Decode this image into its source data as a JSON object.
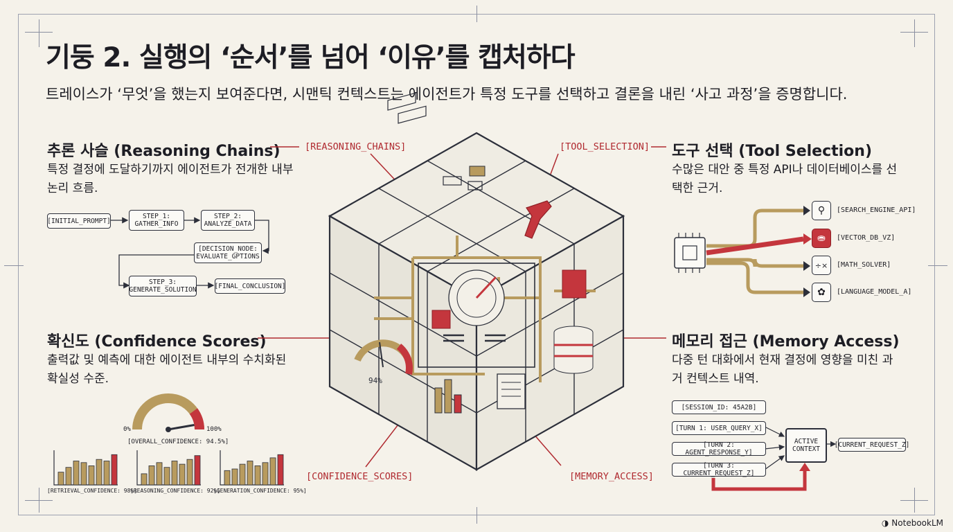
{
  "title": "기둥 2. 실행의 ‘순서’를 넘어 ‘이유’를 캡처하다",
  "subtitle": "트레이스가 ‘무엇’을 했는지 보여준다면, 시맨틱 컨텍스트는 에이전트가 특정 도구를 선택하고 결론을 내린 ‘사고 과정’을 증명합니다.",
  "sections": {
    "reasoning": {
      "heading": "추론 사슬 (Reasoning Chains)",
      "desc": "특정 결정에 도달하기까지 에이전트가 전개한 내부 논리 흐름."
    },
    "confidence": {
      "heading": "확신도 (Confidence Scores)",
      "desc": "출력값 및 예측에 대한 에이전트 내부의 수치화된 확실성 수준."
    },
    "tool": {
      "heading": "도구 선택 (Tool Selection)",
      "desc": "수많은 대안 중 특정 API나 데이터베이스를 선택한 근거."
    },
    "memory": {
      "heading": "메모리 접근 (Memory Access)",
      "desc": "다중 턴 대화에서 현재 결정에 영향을 미친 과거 컨텍스트 내역."
    }
  },
  "callouts": {
    "reasoning": "[REASONING_CHAINS]",
    "tool": "[TOOL_SELECTION]",
    "confidence": "[CONFIDENCE_SCORES]",
    "memory": "[MEMORY_ACCESS]"
  },
  "flow": {
    "initial": "[INITIAL_PROMPT]",
    "step1": "STEP_1:\nGATHER_INFO",
    "step2": "STEP_2:\nANALYZE_DATA",
    "decision": "[DECISION_NODE:\nEVALUATE_GPTIONS",
    "step3": "STEP_3:\nGENERATE_SOLUTION",
    "final": "[FINAL_CONCLUSION]"
  },
  "gauge": {
    "min_label": "0%",
    "max_label": "100%",
    "value_pct": 94.5,
    "caption": "[OVERALL_CONFIDENCE: 94.5%]"
  },
  "bar_groups": [
    {
      "label": "[RETRIEVAL_CONFIDENCE: 98%]",
      "values": [
        40,
        55,
        75,
        70,
        60,
        80,
        75,
        95
      ]
    },
    {
      "label": "[REASONING_CONFIDENCE: 92%]",
      "values": [
        35,
        60,
        70,
        55,
        75,
        65,
        80,
        92
      ]
    },
    {
      "label": "[GENERATION_CONFIDENCE: 95%]",
      "values": [
        45,
        50,
        65,
        75,
        60,
        70,
        85,
        95
      ]
    }
  ],
  "tools": [
    {
      "label": "[SEARCH_ENGINE_API]",
      "icon": "search-icon",
      "selected": false
    },
    {
      "label": "[VECTOR_DB_VZ]",
      "icon": "database-icon",
      "selected": true
    },
    {
      "label": "[MATH_SOLVER]",
      "icon": "math-icon",
      "selected": false
    },
    {
      "label": "[LANGUAGE_MODEL_A]",
      "icon": "model-icon",
      "selected": false
    }
  ],
  "memory": {
    "session": "[SESSION_ID: 45A2B]",
    "turn1": "[TURN 1: USER_QUERY_X]",
    "turn2": "[TURN 2: AGENT_RESPONSE_Y]",
    "turn3": "[TURN 3: CURRENT_REQUEST_Z]",
    "active": "ACTIVE\nCONTEXT",
    "output": "[CURRENT_REQUEST_Z]"
  },
  "cube_gauge_text": "94%",
  "brand": "NotebookLM",
  "colors": {
    "accent_red": "#c4363d",
    "gold": "#b89b5e",
    "ink": "#1d1d24",
    "paper": "#f5f2ea"
  }
}
